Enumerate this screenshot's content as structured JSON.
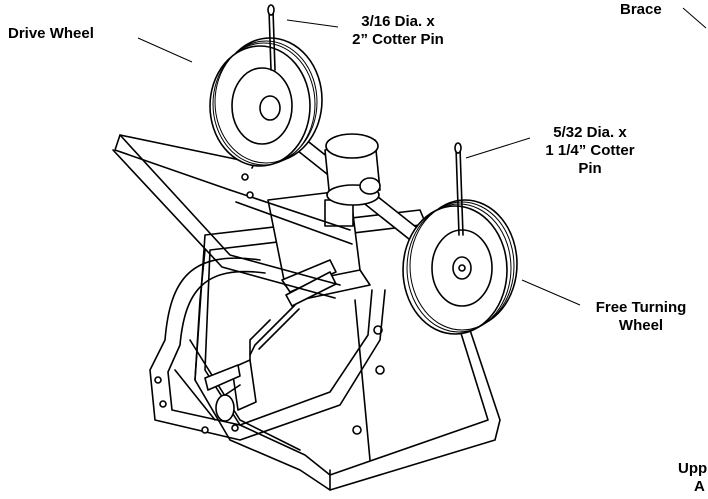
{
  "labels": {
    "drive_wheel": "Drive Wheel",
    "cotter_pin_top": [
      "3/16 Dia. x",
      "2” Cotter Pin"
    ],
    "brace": "Brace",
    "cotter_pin_right": [
      "5/32 Dia. x",
      "1 1/4” Cotter",
      "Pin"
    ],
    "free_turning_wheel": [
      "Free Turning",
      "Wheel"
    ],
    "bottom_right": [
      "Upp",
      "A"
    ]
  }
}
